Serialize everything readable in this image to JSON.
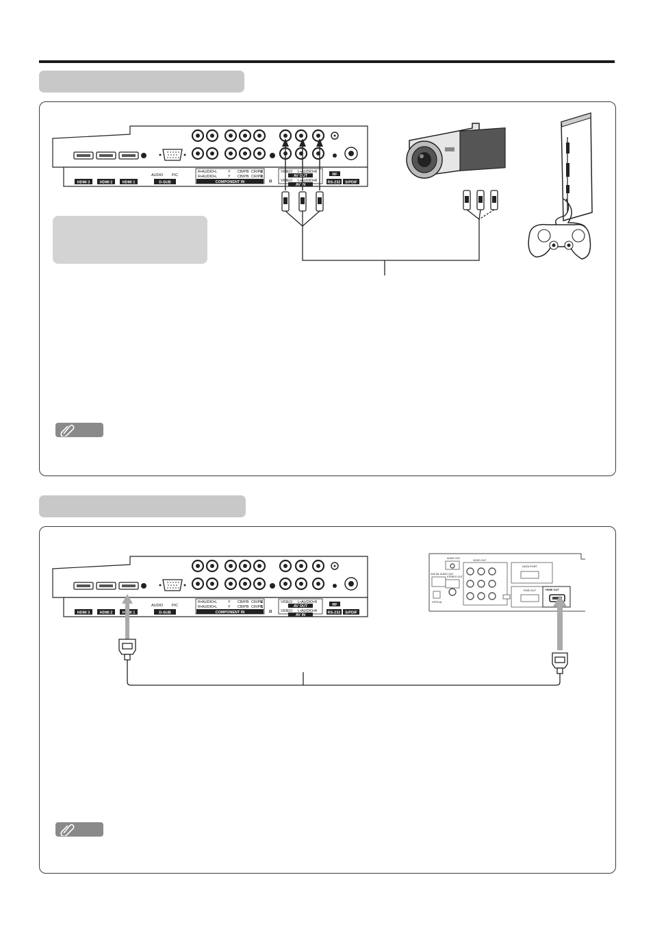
{
  "tv_panel": {
    "hdmi_labels": [
      "HDMI 3",
      "HDMI 2",
      "HDMI 1"
    ],
    "dsub_label": "D-SUB",
    "dsub_audio": "AUDIO",
    "dsub_pic": "PIC",
    "component_label": "COMPONENT IN",
    "component_row2": [
      "R•AUDIO•L",
      "Y",
      "CB/PB",
      "CR/PR",
      "2"
    ],
    "component_row1": [
      "R•AUDIO•L",
      "Y",
      "CB/PB",
      "CR/PR",
      "1"
    ],
    "av_out_label": "AV OUT",
    "av_in_label": "AV IN",
    "av_video": "VIDEO",
    "av_audio": "L•AUDIO•R",
    "rf_label": "RF",
    "rs232_label": "RS-232",
    "spdif_label": "S/PDIF"
  },
  "player_panel": {
    "audio_out": "AUDIO OUT",
    "digital_audio_out": "DIGITAL AUDIO OUT",
    "optical": "OPTICAL",
    "stereo_out": "STEREO OUT",
    "video_out": "VIDEO OUT",
    "data_port": "DATA PORT",
    "rgb_out": "RGB OUT",
    "hdmi_out": "HDMI OUT"
  }
}
